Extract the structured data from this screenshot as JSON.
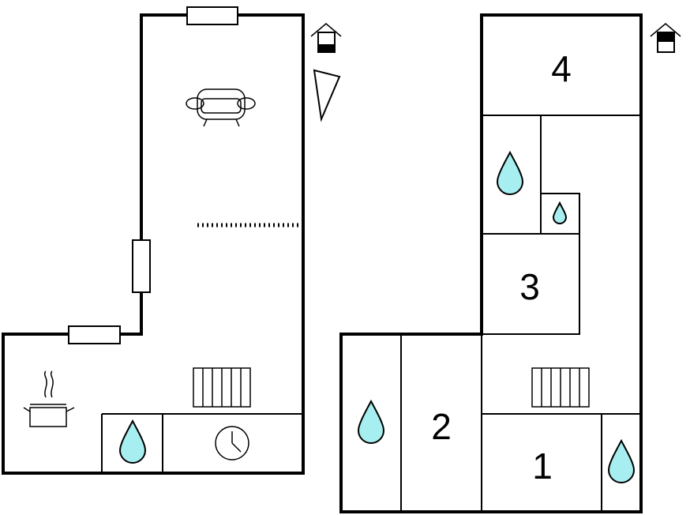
{
  "rooms": {
    "room_1": "1",
    "room_2": "2",
    "room_3": "3",
    "room_4": "4"
  },
  "icons": [
    "house-entrance-icon",
    "north-arrow-icon",
    "sofa-icon",
    "cooking-pot-icon",
    "clock-icon",
    "radiator-icon",
    "water-drop-icon"
  ],
  "colors": {
    "water": "#a6eef0",
    "walls": "#000000",
    "background": "#ffffff"
  }
}
